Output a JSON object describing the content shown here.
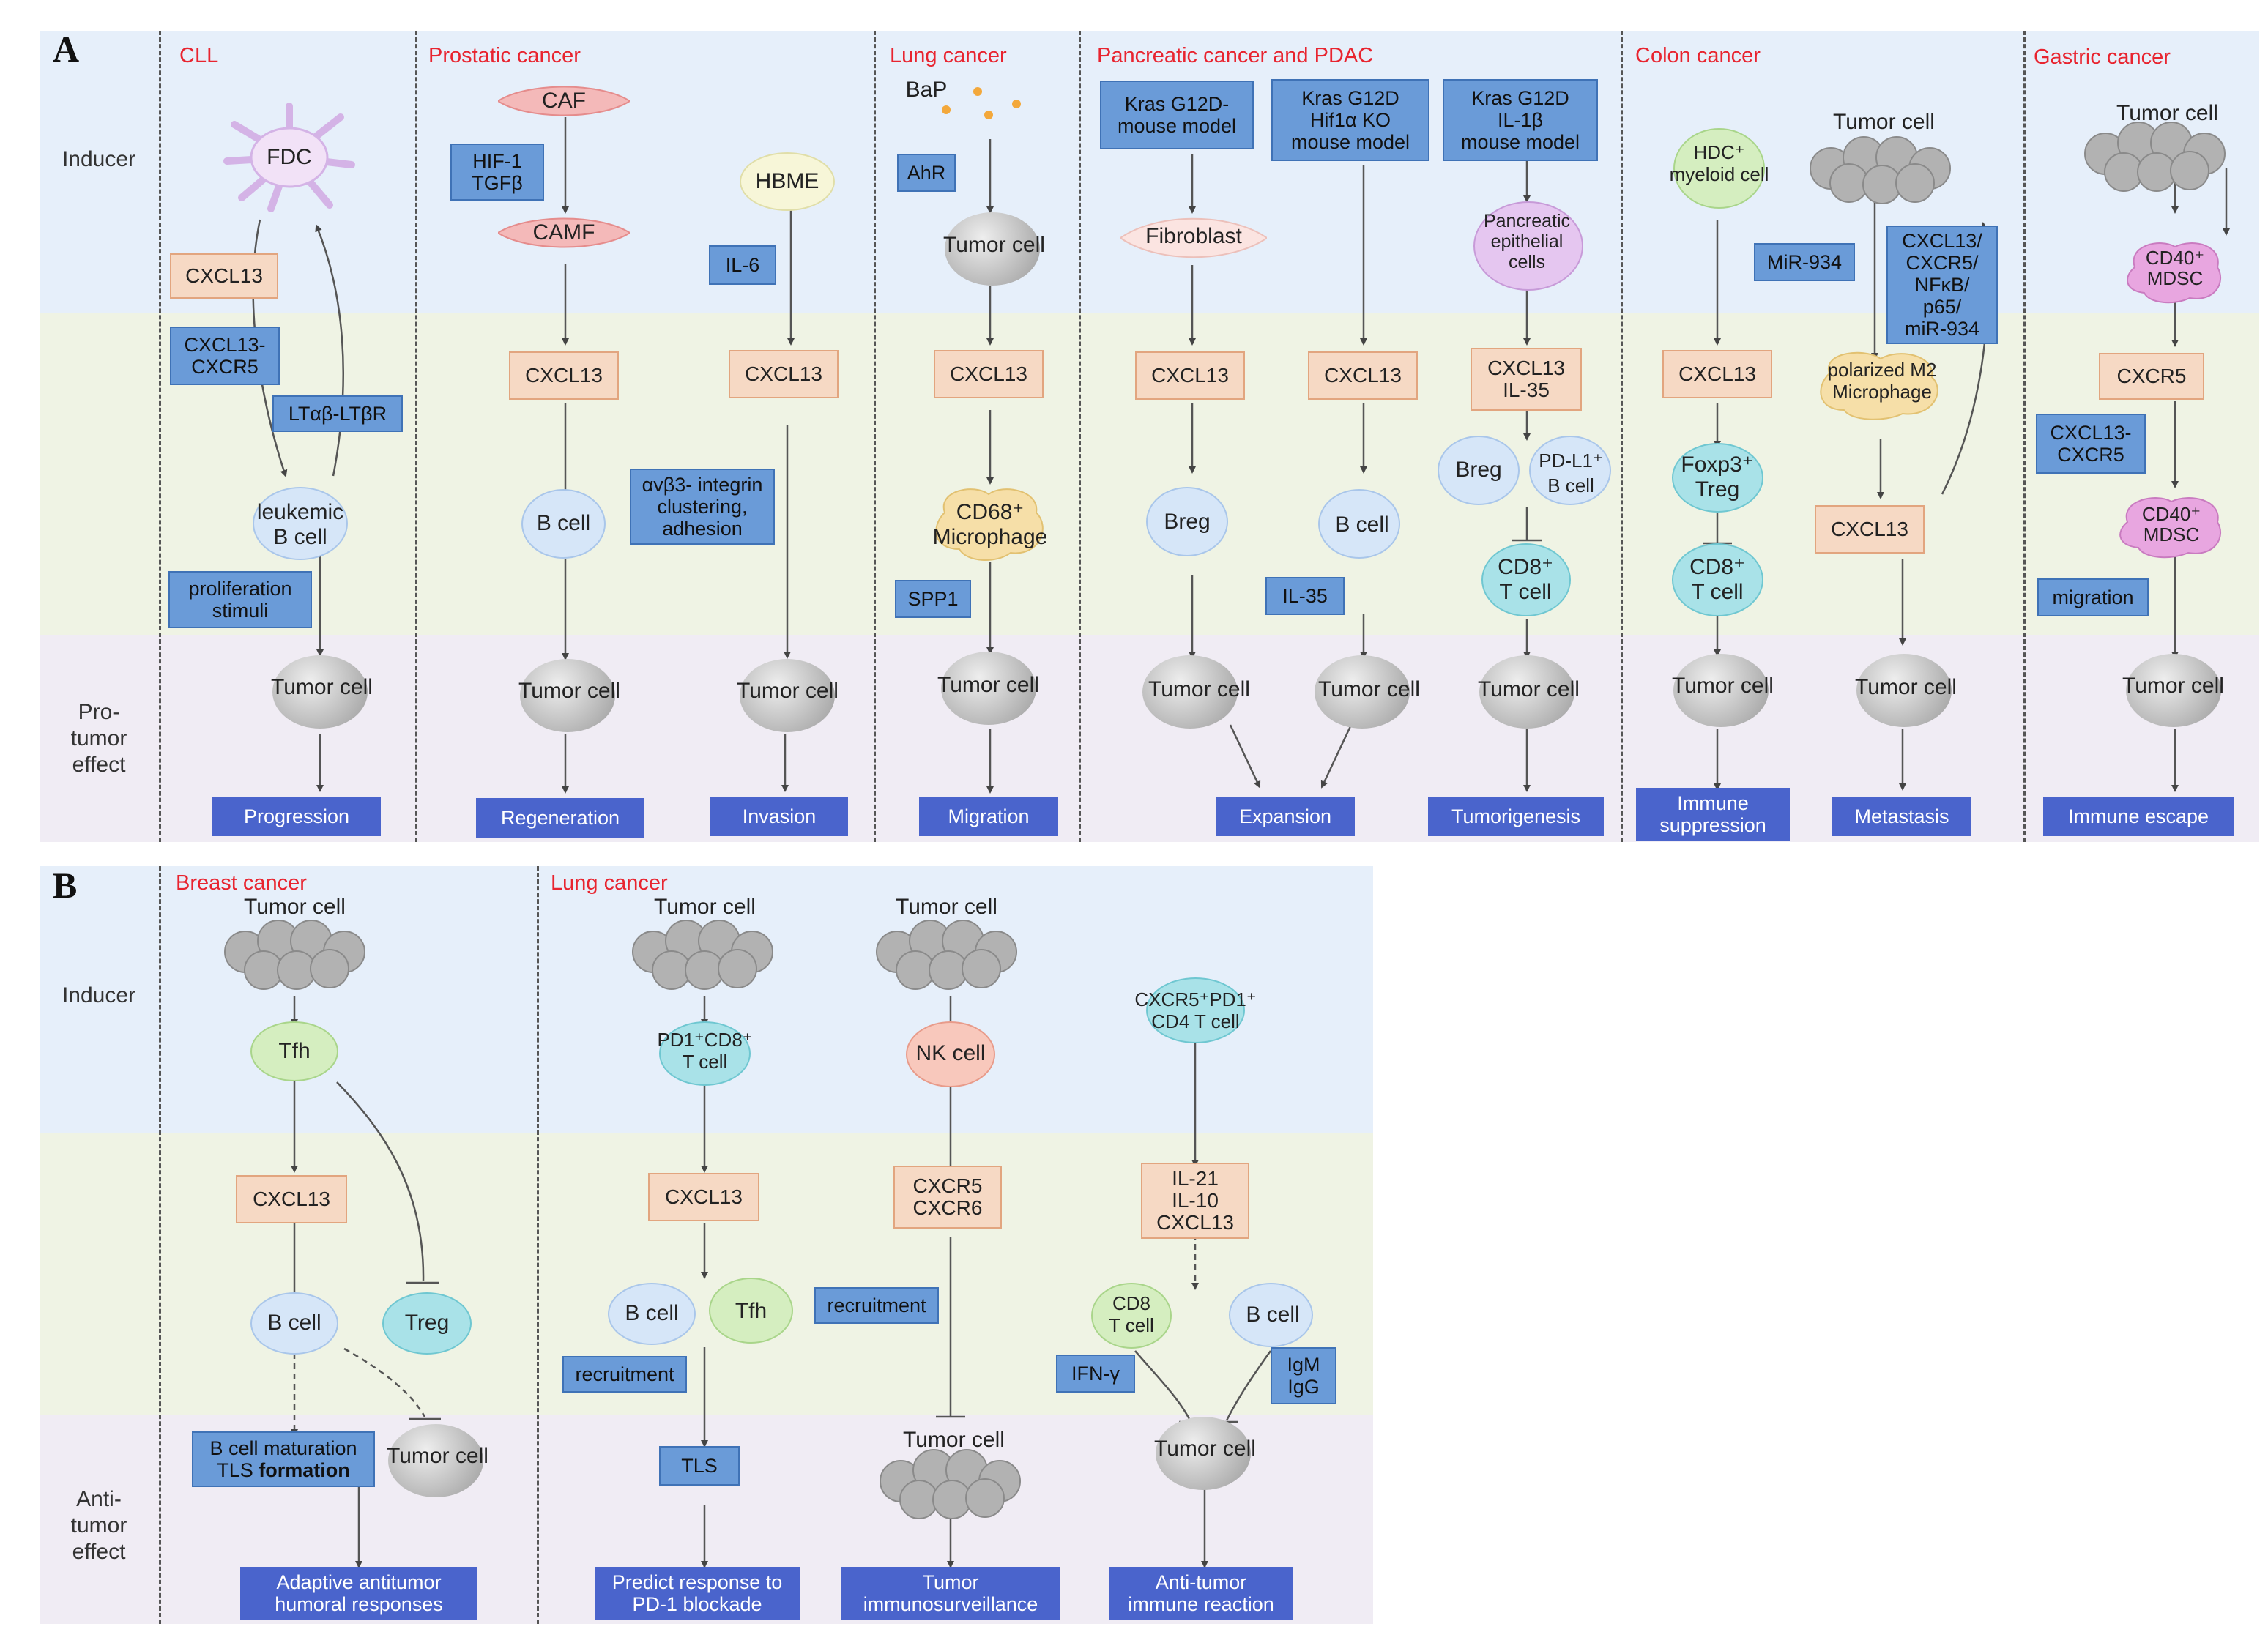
{
  "colors": {
    "inducer_band": "#e6effa",
    "mid_band": "#eff3e4",
    "effect_band": "#f0ecf4",
    "cancer_label": "#e8242f",
    "tan_box": "#f6d9c4",
    "blue_box": "#6a9bd8",
    "outcome_box": "#4a64cc"
  },
  "panel_a": {
    "letter": "A",
    "rows": {
      "inducer": "Inducer",
      "effect": "Pro-\ntumor\neffect"
    },
    "cancers": {
      "cll": "CLL",
      "prostatic": "Prostatic cancer",
      "lung": "Lung cancer",
      "pancreatic": "Pancreatic cancer and PDAC",
      "colon": "Colon cancer",
      "gastric": "Gastric cancer"
    },
    "cll": {
      "fdc": "FDC",
      "cxcl13": "CXCL13",
      "cxcl13_cxcr5": "CXCL13-\nCXCR5",
      "lt": "LTαβ-LTβR",
      "leukemic": "leukemic\nB cell",
      "prolif": "proliferation\nstimuli",
      "tumor": "Tumor cell",
      "outcome": "Progression"
    },
    "prostatic": {
      "caf": "CAF",
      "hif": "HIF-1\nTGFβ",
      "camf": "CAMF",
      "cxcl13a": "CXCL13",
      "bcell": "B cell",
      "tumor1": "Tumor cell",
      "outcome1": "Regeneration",
      "hbme": "HBME",
      "il6": "IL-6",
      "cxcl13b": "CXCL13",
      "integrin": "αvβ3- integrin\nclustering,\nadhesion",
      "tumor2": "Tumor cell",
      "outcome2": "Invasion"
    },
    "lung": {
      "bap": "BaP",
      "ahr": "AhR",
      "tumor_top": "Tumor cell",
      "cxcl13": "CXCL13",
      "macro": "CD68⁺\nMicrophage",
      "spp1": "SPP1",
      "tumor": "Tumor cell",
      "outcome": "Migration"
    },
    "pancreatic": {
      "model1": "Kras G12D-\nmouse model",
      "model2": "Kras G12D\nHif1α KO\nmouse model",
      "model3": "Kras G12D\nIL-1β\nmouse model",
      "fibroblast": "Fibroblast",
      "pec": "Pancreatic\nepithelial\ncells",
      "cxcl13a": "CXCL13",
      "cxcl13b": "CXCL13",
      "cxcl13c": "CXCL13\nIL-35",
      "breg1": "Breg",
      "bcell": "B cell",
      "breg2": "Breg",
      "pdl1": "PD-L1⁺\nB cell",
      "il35": "IL-35",
      "cd8": "CD8⁺\nT cell",
      "tumor1": "Tumor cell",
      "tumor2": "Tumor cell",
      "tumor3": "Tumor cell",
      "outcome1": "Expansion",
      "outcome2": "Tumorigenesis"
    },
    "colon": {
      "hdc": "HDC⁺\nmyeloid cell",
      "tumor_top": "Tumor cell",
      "mir": "MiR-934",
      "pathway": "CXCL13/\nCXCR5/\nNFκB/\np65/\nmiR-934",
      "cxcl13a": "CXCL13",
      "m2": "polarized M2\nMicrophage",
      "foxp3": "Foxp3⁺\nTreg",
      "cd8": "CD8⁺\nT cell",
      "cxcl13b": "CXCL13",
      "tumor1": "Tumor cell",
      "tumor2": "Tumor cell",
      "outcome1": "Immune\nsuppression",
      "outcome2": "Metastasis"
    },
    "gastric": {
      "tumor_top": "Tumor cell",
      "mdsc1": "CD40⁺\nMDSC",
      "cxcr5": "CXCR5",
      "cxcl13_cxcr5": "CXCL13-\nCXCR5",
      "mdsc2": "CD40⁺\nMDSC",
      "migration": "migration",
      "tumor": "Tumor cell",
      "outcome": "Immune escape"
    }
  },
  "panel_b": {
    "letter": "B",
    "rows": {
      "inducer": "Inducer",
      "effect": "Anti-\ntumor\neffect"
    },
    "cancers": {
      "breast": "Breast cancer",
      "lung": "Lung cancer"
    },
    "breast": {
      "tumor_top": "Tumor cell",
      "tfh": "Tfh",
      "cxcl13": "CXCL13",
      "bcell": "B cell",
      "treg": "Treg",
      "maturation": "B cell maturation",
      "tls_formation_prefix": "TLS ",
      "tls_formation_bold": "formation",
      "tumor": "Tumor cell",
      "outcome": "Adaptive antitumor\nhumoral responses"
    },
    "lung": {
      "tumor_top1": "Tumor cell",
      "tumor_top2": "Tumor cell",
      "pd1cd8": "PD1⁺CD8⁺\nT cell",
      "nk": "NK cell",
      "cxcr5pd1": "CXCR5⁺PD1⁺\nCD4 T cell",
      "cxcl13": "CXCL13",
      "cxcr5cxcr6": "CXCR5\nCXCR6",
      "il21": "IL-21\nIL-10\nCXCL13",
      "bcell1": "B cell",
      "tfh": "Tfh",
      "recruit1": "recruitment",
      "recruit2": "recruitment",
      "cd8": "CD8\nT cell",
      "bcell2": "B cell",
      "ifng": "IFN-γ",
      "igm": "IgM\nIgG",
      "tls": "TLS",
      "tumor_mid": "Tumor cell",
      "tumor_right": "Tumor cell",
      "outcome1": "Predict response to\nPD-1 blockade",
      "outcome2": "Tumor\nimmunosurveillance",
      "outcome3": "Anti-tumor\nimmune reaction"
    }
  }
}
